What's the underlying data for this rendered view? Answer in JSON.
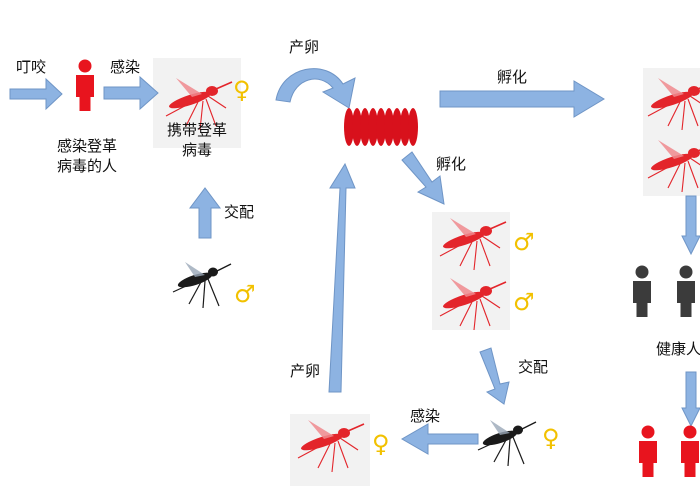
{
  "labels": {
    "bite": "叮咬",
    "infect_1": "感染",
    "infected_person": "感染登革\n病毒的人",
    "carrier_mosquito": "携带登革\n病毒",
    "mating_1": "交配",
    "lay_eggs_1": "产卵",
    "hatch_1": "孵化",
    "hatch_2": "孵化",
    "mating_2": "交配",
    "lay_eggs_2": "产卵",
    "infect_2": "感染",
    "healthy_person": "健康人"
  },
  "symbols": {
    "female": "♀",
    "male": "♂"
  },
  "colors": {
    "arrow": "#8db3e2",
    "arrow_stroke": "#6f95c6",
    "person_red": "#e8141e",
    "person_gray": "#3b3b3b",
    "mosquito_red": "#e3252b",
    "mosquito_black": "#1a1a1a",
    "egg_red": "#d8111c",
    "gender_yellow": "#f2c100"
  }
}
